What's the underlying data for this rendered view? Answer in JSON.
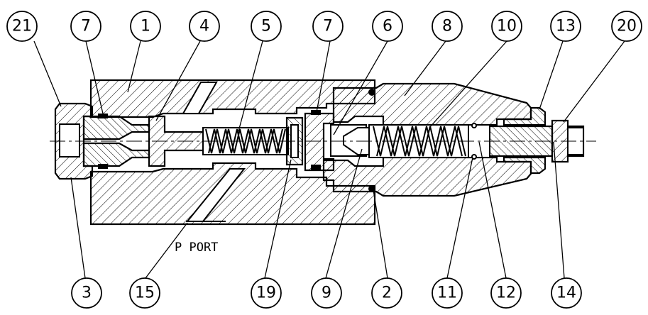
{
  "balloons_top": [
    "21",
    "7",
    "1",
    "4",
    "5",
    "7",
    "6",
    "8",
    "10",
    "13",
    "20"
  ],
  "balloons_bottom": [
    "3",
    "15",
    "19",
    "9",
    "2",
    "11",
    "12",
    "14"
  ],
  "port_label": "P PORT"
}
